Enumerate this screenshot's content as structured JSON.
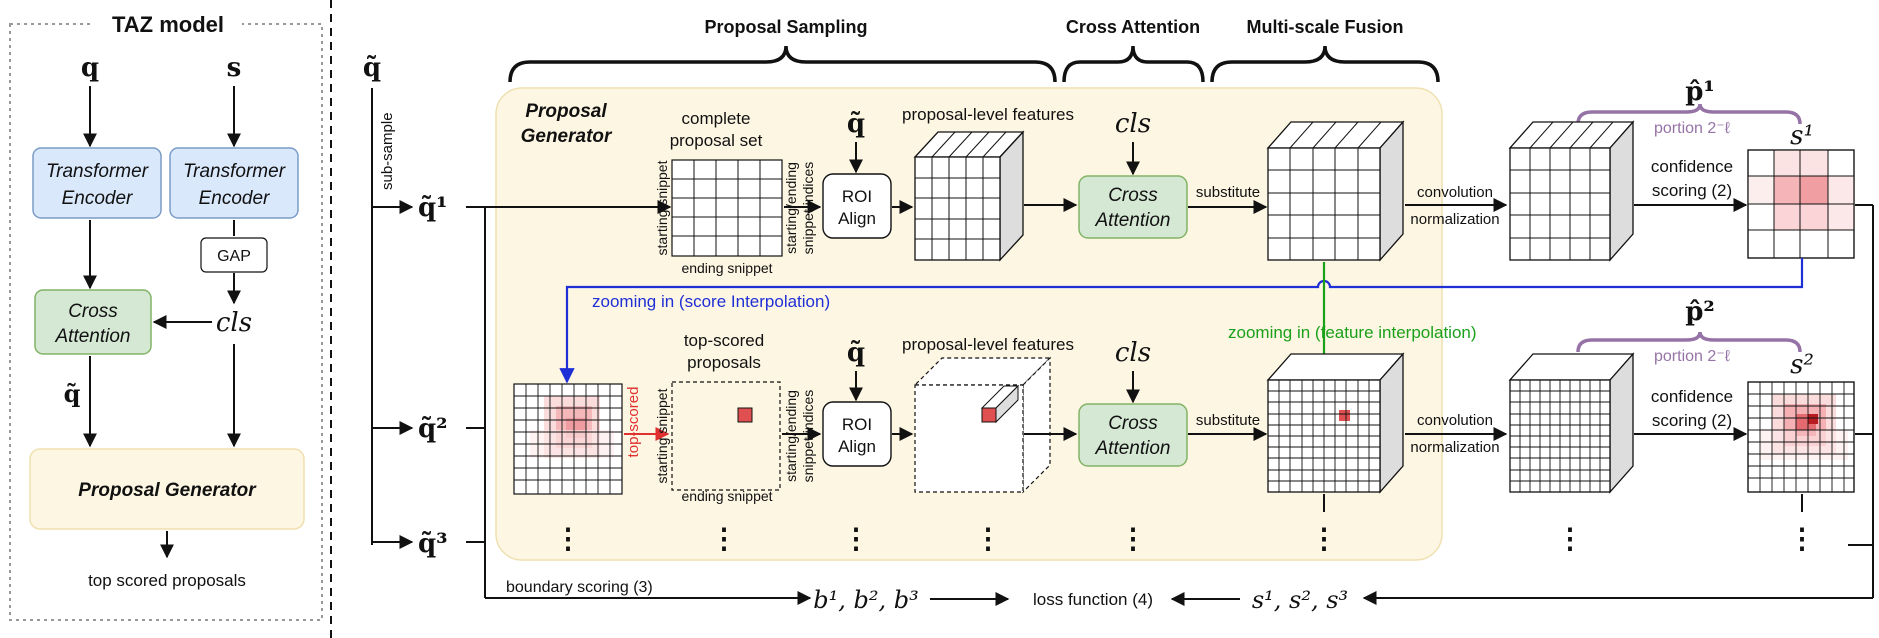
{
  "left": {
    "title": "TAZ model",
    "q": "q",
    "s": "s",
    "encoder_q": [
      "Transformer",
      "Encoder"
    ],
    "encoder_s": [
      "Transformer",
      "Encoder"
    ],
    "gap": "GAP",
    "cross_attention": [
      "Cross",
      "Attention"
    ],
    "cls": "cls",
    "q_tilde": "q̃",
    "proposal_generator": "Proposal Generator",
    "output": "top scored proposals"
  },
  "right": {
    "q_tilde": "q̃",
    "subsample": "sub-sample",
    "q1": "q̃¹",
    "q2": "q̃²",
    "q3": "q̃³",
    "sections": {
      "proposal_sampling": "Proposal Sampling",
      "cross_attention": "Cross Attention",
      "multiscale_fusion": "Multi-scale Fusion"
    },
    "pg_label": [
      "Proposal",
      "Generator"
    ],
    "complete_set": [
      "complete",
      "proposal set"
    ],
    "top_scored": [
      "top-scored",
      "proposals"
    ],
    "starting_snippet": "starting snippet",
    "ending_snippet": "ending snippet",
    "starting_ending": "starting/ending",
    "snippet_indices": "snippet indices",
    "roi": [
      "ROI",
      "Align"
    ],
    "proposal_features": "proposal-level features",
    "cls": "cls",
    "cross_attention": [
      "Cross",
      "Attention"
    ],
    "substitute": "substitute",
    "convolution": "convolution",
    "normalization": "normalization",
    "confidence": [
      "confidence",
      "scoring (2)"
    ],
    "p1": "p̂¹",
    "p2": "p̂²",
    "portion": "portion 2⁻ℓ",
    "s1": "s¹",
    "s2": "s²",
    "zoom_score": "zooming in (score Interpolation)",
    "zoom_feature": "zooming in (feature interpolation)",
    "topscored_arrow": "top-scored",
    "boundary": "boundary scoring (3)",
    "b_vals": "b¹, b², b³",
    "loss": "loss function (4)",
    "s_vals": "s¹, s², s³",
    "ellipsis": "⋮"
  },
  "colors": {
    "encoder": "#dae8fc",
    "cross": "#d5e8d4",
    "pg": "#fdf6e3",
    "zoom_blue": "#1f2fd6",
    "zoom_green": "#1aa11a",
    "purple": "#9673a6",
    "red": "#e03030"
  }
}
